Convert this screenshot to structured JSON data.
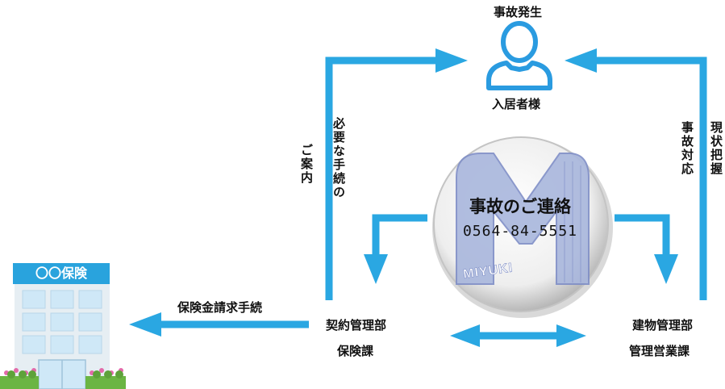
{
  "colors": {
    "arrow": "#2aa7e2",
    "person": "#2a9be0",
    "building_sign": "#29a3dd",
    "building_glass": "#cfe8f7",
    "building_body": "#e6eef3",
    "shrub": "#6bb543",
    "flower": "#e26aa9",
    "logo_fill": "#a9b7dd",
    "logo_stroke": "#7f8ec7"
  },
  "icons": {
    "person": "person-icon",
    "building": "building-icon",
    "logo": "company-logo"
  },
  "top": {
    "event": "事故発生",
    "resident": "入居者様"
  },
  "left_flow": {
    "line1": "ご案内",
    "line2": "必要な手続の"
  },
  "right_flow": {
    "line1": "現状把握",
    "line2": "事故対応"
  },
  "center": {
    "title": "事故のご連絡",
    "phone": "0564-84-5551",
    "logo_text": "MIYUKI"
  },
  "building": {
    "name": "〇〇保険"
  },
  "insurance_arrow": {
    "label": "保険金請求手続"
  },
  "contract_dept": {
    "name": "契約管理部",
    "section": "保険課"
  },
  "building_dept": {
    "name": "建物管理部",
    "section": "管理営業課"
  }
}
